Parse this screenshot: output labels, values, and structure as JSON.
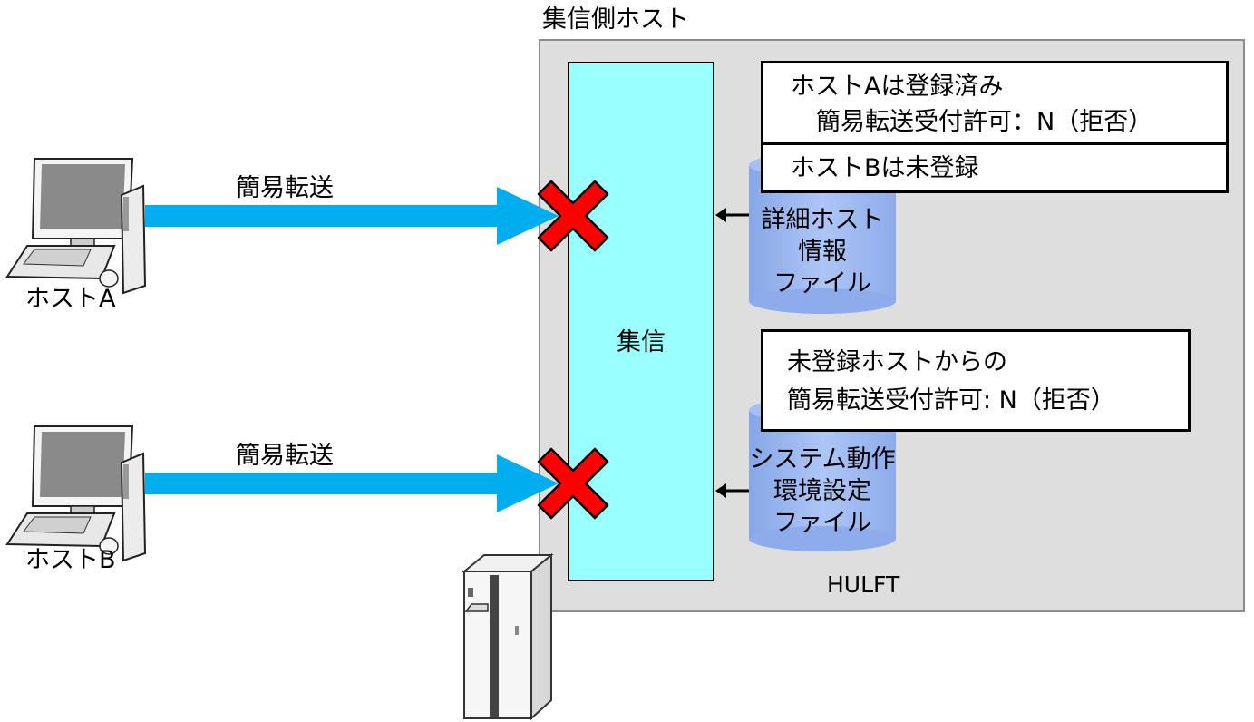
{
  "diagram": {
    "title": "集信側ホスト",
    "colors": {
      "frame_bg": "#dedede",
      "frame_border": "#8c8c8c",
      "receive_panel": "#99ffff",
      "transfer_arrow": "#00aeef",
      "reject_mark": "#ff0000",
      "cylinder": "#9cb8ef"
    },
    "clients": [
      {
        "label": "ホストA",
        "transfer_label": "簡易転送",
        "result": "rejected"
      },
      {
        "label": "ホストB",
        "transfer_label": "簡易転送",
        "result": "rejected"
      }
    ],
    "receive_panel": {
      "label": "集信"
    },
    "notes": {
      "host_a_line1": "ホストAは登録済み",
      "host_a_line2": "簡易転送受付許可：N（拒否）",
      "host_b": "ホストBは未登録",
      "unregistered_line1": "未登録ホストからの",
      "unregistered_line2": "簡易転送受付許可: N（拒否）"
    },
    "files": [
      {
        "lines": [
          "詳細ホスト",
          "情報",
          "ファイル"
        ]
      },
      {
        "lines": [
          "システム動作",
          "環境設定",
          "ファイル"
        ]
      }
    ],
    "product_label": "HULFT",
    "server_icon": "mainframe-server-icon"
  }
}
